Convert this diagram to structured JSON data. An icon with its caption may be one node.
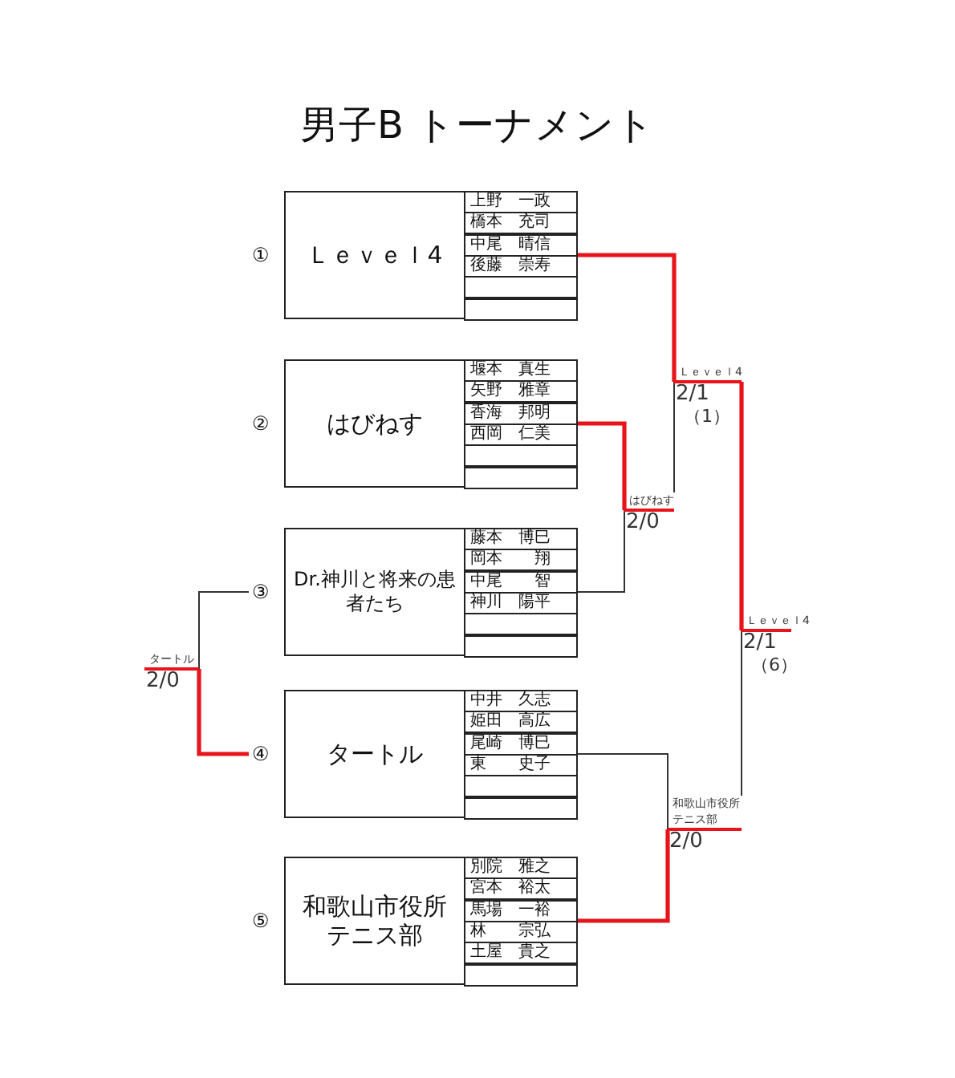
{
  "diagram": {
    "title": "男子B トーナメント",
    "nodes": [
      {
        "text": [
          "Ｌｅｖｅｌ4",
          "上野　一政",
          "橋本　充司",
          "中尾　晴信",
          "後藤　崇寿"
        ],
        "beside": [
          "①"
        ]
      },
      {
        "text": [
          "はびねす",
          "堰本　真生",
          "矢野　雅章",
          "香海　邦明",
          "西岡　仁美"
        ],
        "beside": [
          "②"
        ]
      },
      {
        "text": [
          "Dr.神川と将来の患者たち",
          "藤本　博巳",
          "岡本　　翔",
          "中尾　　智",
          "神川　陽平"
        ],
        "beside": [
          "③"
        ]
      },
      {
        "text": [
          "タートル",
          "中井　久志",
          "姫田　高広",
          "尾崎　博巳",
          "東　　史子"
        ],
        "beside": [
          "④"
        ]
      },
      {
        "text": [
          "和歌山市役所テニス部",
          "別院　雅之",
          "宮本　裕太",
          "馬場　一裕",
          "林　　宗弘",
          "土屋　貴之"
        ],
        "beside": [
          "⑤"
        ]
      },
      {
        "text": [
          "Ｌｅｖｅｌ4",
          "2/1",
          "（1）"
        ]
      },
      {
        "text": [
          "はびねす",
          "2/0"
        ]
      },
      {
        "text": [
          "Ｌｅｖｅｌ4",
          "2/1",
          "（6）"
        ]
      },
      {
        "text": [
          "タートル",
          "2/0"
        ]
      },
      {
        "text": [
          "和歌山市役所テニス部",
          "2/0"
        ]
      }
    ],
    "edges": [
      {
        "from": 0,
        "to": 5,
        "arrow": "none",
        "style": "thick",
        "color": "#e8141c"
      },
      {
        "from": 1,
        "to": 6,
        "arrow": "none",
        "style": "thick",
        "color": "#e8141c"
      },
      {
        "from": 2,
        "to": 6,
        "arrow": "none",
        "color": "#333333"
      },
      {
        "from": 2,
        "to": 8,
        "arrow": "none",
        "color": "#333333"
      },
      {
        "from": 3,
        "to": 8,
        "arrow": "none",
        "style": "thick",
        "color": "#e8141c"
      },
      {
        "from": 6,
        "to": 5,
        "arrow": "none",
        "color": "#333333"
      },
      {
        "from": 3,
        "to": 9,
        "arrow": "none",
        "color": "#333333"
      },
      {
        "from": 4,
        "to": 9,
        "arrow": "none",
        "style": "thick",
        "color": "#e8141c"
      },
      {
        "from": 5,
        "to": 7,
        "arrow": "none",
        "style": "thick",
        "color": "#e8141c"
      },
      {
        "from": 9,
        "to": 7,
        "arrow": "none",
        "color": "#333333"
      }
    ]
  }
}
